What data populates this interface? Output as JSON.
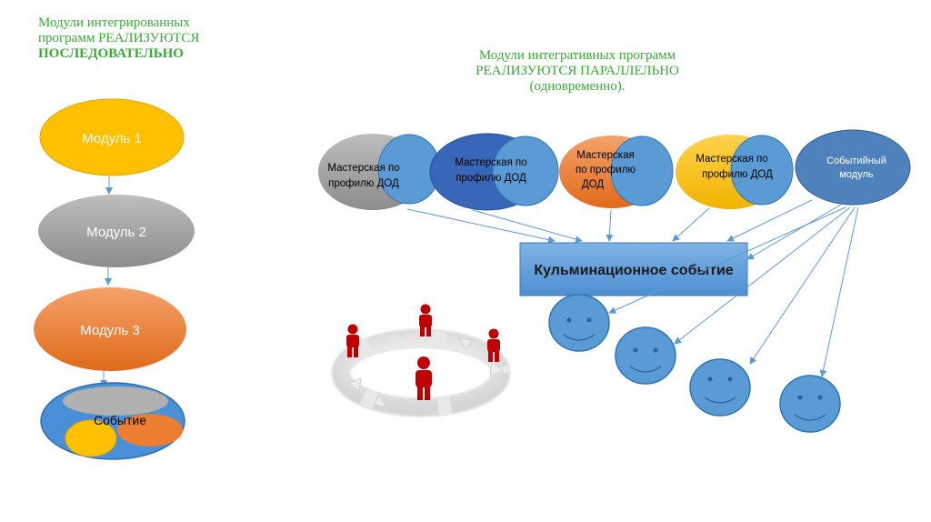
{
  "left_title": {
    "line1": "Модули интегрированных",
    "line2": "программ  РЕАЛИЗУЮТСЯ",
    "line3": "ПОСЛЕДОВАТЕЛЬНО"
  },
  "right_title": {
    "line1": "Модули интегративных программ",
    "line2": "РЕАЛИЗУЮТСЯ ПАРАЛЛЕЛЬНО",
    "line3": "(одновременно)."
  },
  "modules": [
    {
      "label": "Модуль 1",
      "color": "#ffc000"
    },
    {
      "label": "Модуль 2",
      "color": "#a5a5a5"
    },
    {
      "label": "Модуль 3",
      "color": "#ed7d31"
    }
  ],
  "event": {
    "label": "Событие"
  },
  "workshops": [
    {
      "line1": "Мастерская по",
      "line2": "профилю ДОД",
      "line3": "",
      "color": "#a5a5a5"
    },
    {
      "line1": "Мастерская по",
      "line2": "профилю ДОД",
      "line3": "",
      "color": "#4472c4"
    },
    {
      "line1": "Мастерская",
      "line2": "по профилю",
      "line3": "ДОД",
      "color": "#ed7d31"
    },
    {
      "line1": "Мастерская по",
      "line2": "профилю ДОД",
      "line3": "",
      "color": "#ffc000"
    }
  ],
  "event_module": {
    "line1": "Событийный",
    "line2": "модуль",
    "color": "#4f81bd"
  },
  "culmination": {
    "label": "Кульминационное событие"
  },
  "colors": {
    "title_green": "#3aa935",
    "blue": "#5b9bd5",
    "blue_dark": "#2e75b6",
    "arrow": "#5b9bd5",
    "people_red": "#c00000"
  },
  "icons": [
    "smiley-face-icon",
    "people-circle-icon"
  ]
}
